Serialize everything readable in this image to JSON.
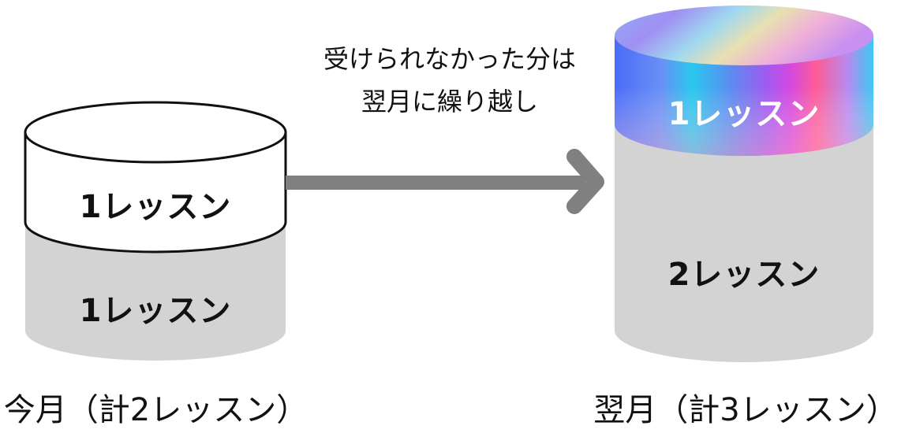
{
  "note": {
    "line1": "受けられなかった分は",
    "line2": "翌月に繰り越し"
  },
  "left_cylinder": {
    "top_segment": {
      "label": "1レッスン",
      "fill": "#ffffff"
    },
    "bottom_segment": {
      "label": "1レッスン",
      "fill": "#d3d3d3"
    },
    "caption": "今月（計2レッスン）"
  },
  "right_cylinder": {
    "top_segment": {
      "label": "1レッスン",
      "fill": "gradient"
    },
    "bottom_segment": {
      "label": "2レッスン",
      "fill": "#d3d3d3"
    },
    "caption": "翌月（計3レッスン）"
  },
  "arrow": {
    "color": "#808080",
    "direction": "right"
  }
}
